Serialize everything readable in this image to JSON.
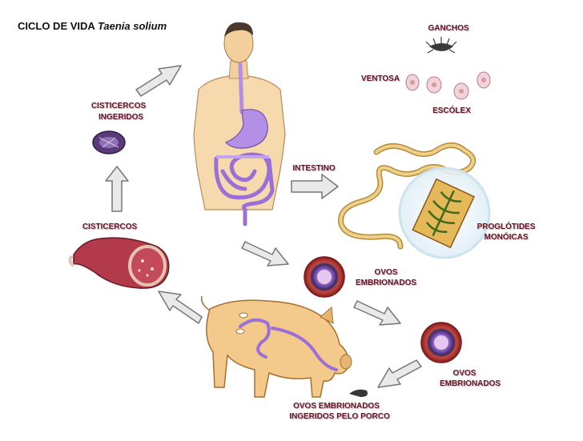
{
  "title": {
    "main": "CICLO DE VIDA",
    "species": "Taenia solium"
  },
  "labels": {
    "ganchos": "GANCHOS",
    "ventosa": "VENTOSA",
    "escolex": "ESCÓLEX",
    "cist_ing_1": "CISTICERCOS",
    "cist_ing_2": "INGERIDOS",
    "intestino": "INTESTINO",
    "cisticercos": "CISTICERCOS",
    "proglotides_1": "PROGLÓTIDES",
    "proglotides_2": "MONÓICAS",
    "ovos1_1": "OVOS",
    "ovos1_2": "EMBRIONADOS",
    "ovos2_1": "OVOS",
    "ovos2_2": "EMBRIONADOS",
    "porco_1": "OVOS EMBRIONADOS",
    "porco_2": "INGERIDOS PELO PORCO"
  },
  "colors": {
    "label": "#5a1a28",
    "arrow_fill": "#e9e9e9",
    "arrow_stroke": "#777777",
    "skin": "#f6d9ad",
    "gut": "#b48fe6",
    "pig": "#f3c98c",
    "meat": "#b23a4a",
    "worm": "#d9b25a",
    "egg_ring": "#a0222c",
    "egg_core": "#6e4aa8"
  },
  "icons": [
    "human-figure",
    "pig-figure",
    "meat-cut",
    "cyst-icon",
    "tapeworm",
    "egg-icon",
    "scolex-icon",
    "arrow-icon"
  ]
}
